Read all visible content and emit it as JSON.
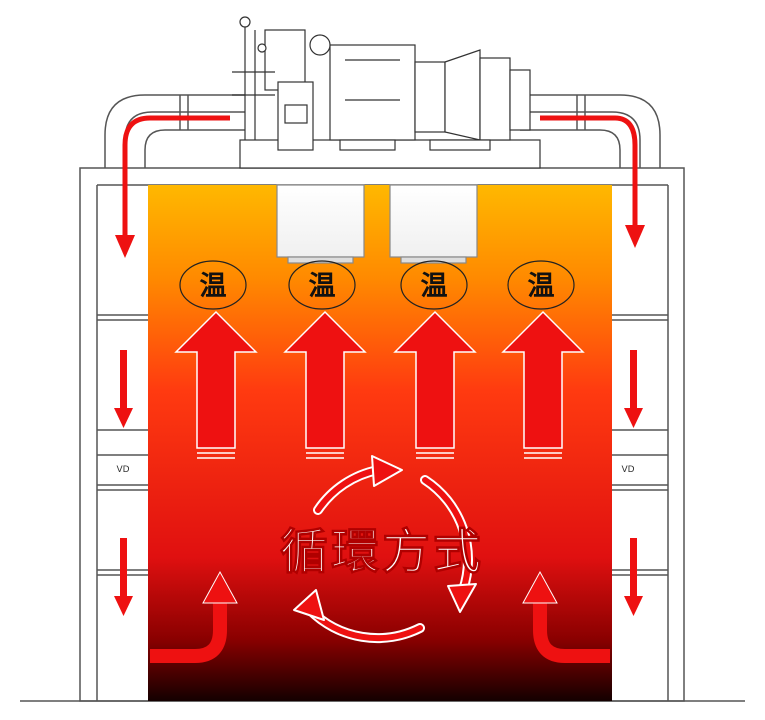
{
  "diagram": {
    "center_label": "循環方式",
    "temp_label": "温",
    "vd_label": "VD",
    "colors": {
      "gradient_top": "#ffb800",
      "gradient_mid": "#ff3a10",
      "gradient_low": "#e01010",
      "gradient_bottom": "#140000",
      "arrow_red": "#ee1111",
      "arrow_outline": "#ffffff",
      "frame_line": "#555555"
    }
  }
}
